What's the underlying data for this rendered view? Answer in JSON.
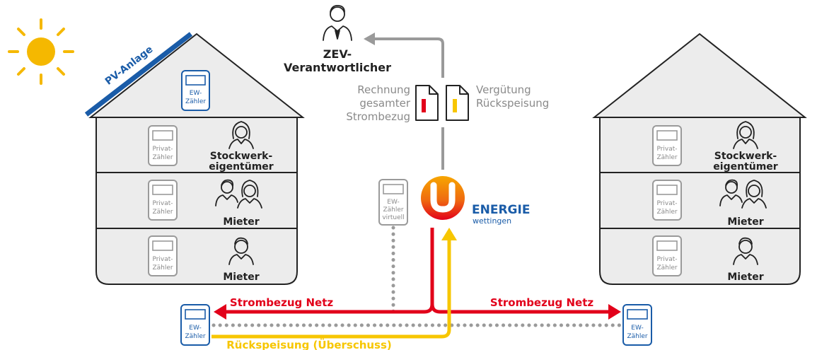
{
  "pv_label": "PV-Anlage",
  "zev_label": [
    "ZEV-",
    "Verantwortlicher"
  ],
  "rechnung_label": [
    "Rechnung",
    "gesamter",
    "Strombezug"
  ],
  "verguetung_label": [
    "Vergütung",
    "Rückspeisung"
  ],
  "ew_meter": [
    "EW-",
    "Zähler"
  ],
  "private_meter": [
    "Privat-",
    "Zähler"
  ],
  "virtual_meter": [
    "EW-",
    "Zähler",
    "virtuell"
  ],
  "house_left": {
    "floor1": [
      "Stockwerk-",
      "eigentümer"
    ],
    "floor2": "Mieter",
    "floor3": "Mieter"
  },
  "house_right": {
    "floor1": [
      "Stockwerk-",
      "eigentümer"
    ],
    "floor2": "Mieter",
    "floor3": "Mieter"
  },
  "brand": {
    "name": "ENERGIE",
    "sub": "wettingen"
  },
  "flow_left": "Strombezug Netz",
  "flow_right": "Strombezug Netz",
  "flow_feed": "Rückspeisung (Überschuss)",
  "colors": {
    "red": "#e2001a",
    "yellow": "#f7c600",
    "blue": "#1a5ca8",
    "grey": "#9a9a9a",
    "house_fill": "#ececec",
    "outline": "#222222"
  }
}
